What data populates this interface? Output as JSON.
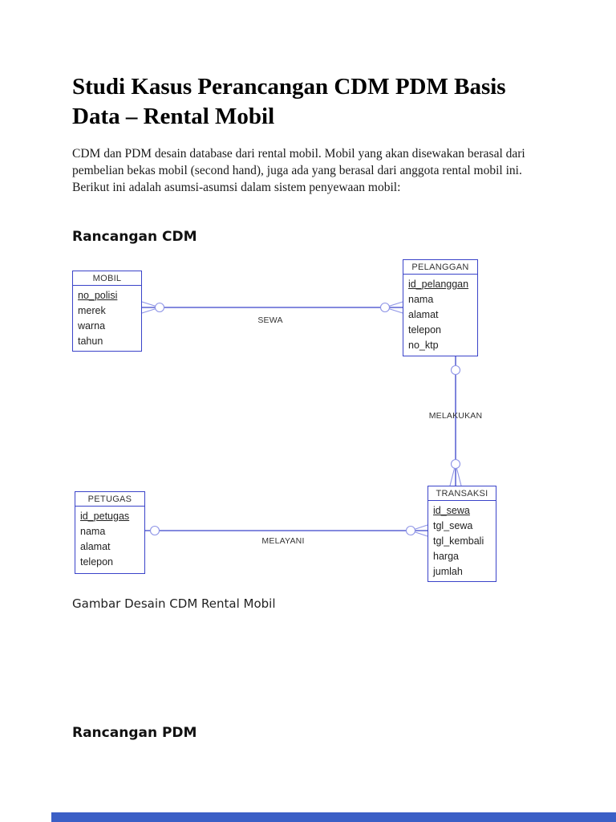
{
  "document": {
    "title": "Studi Kasus Perancangan CDM PDM Basis Data – Rental Mobil",
    "intro": "CDM dan PDM desain database dari rental mobil. Mobil yang akan disewakan berasal dari pembelian bekas mobil (second hand), juga ada yang berasal dari anggota rental mobil ini. Berikut ini adalah asumsi-asumsi dalam sistem penyewaan mobil:",
    "section_cdm": "Rancangan CDM",
    "section_pdm": "Rancangan PDM",
    "caption_cdm": "Gambar Desain CDM Rental Mobil"
  },
  "diagram": {
    "entities": [
      {
        "name": "MOBIL",
        "attributes": [
          "no_polisi",
          "merek",
          "warna",
          "tahun"
        ]
      },
      {
        "name": "PELANGGAN",
        "attributes": [
          "id_pelanggan",
          "nama",
          "alamat",
          "telepon",
          "no_ktp"
        ]
      },
      {
        "name": "PETUGAS",
        "attributes": [
          "id_petugas",
          "nama",
          "alamat",
          "telepon"
        ]
      },
      {
        "name": "TRANSAKSI",
        "attributes": [
          "id_sewa",
          "tgl_sewa",
          "tgl_kembali",
          "harga",
          "jumlah"
        ]
      }
    ],
    "relationships": [
      {
        "label": "SEWA"
      },
      {
        "label": "MELAKUKAN"
      },
      {
        "label": "MELAYANI"
      }
    ],
    "colors": {
      "entity_border": "#3a43c9",
      "connector_line": "#3a43c9",
      "cardinality_marks": "#8e94e6"
    }
  },
  "footer": {
    "next_figure_strip_color": "#3b5fc6"
  }
}
